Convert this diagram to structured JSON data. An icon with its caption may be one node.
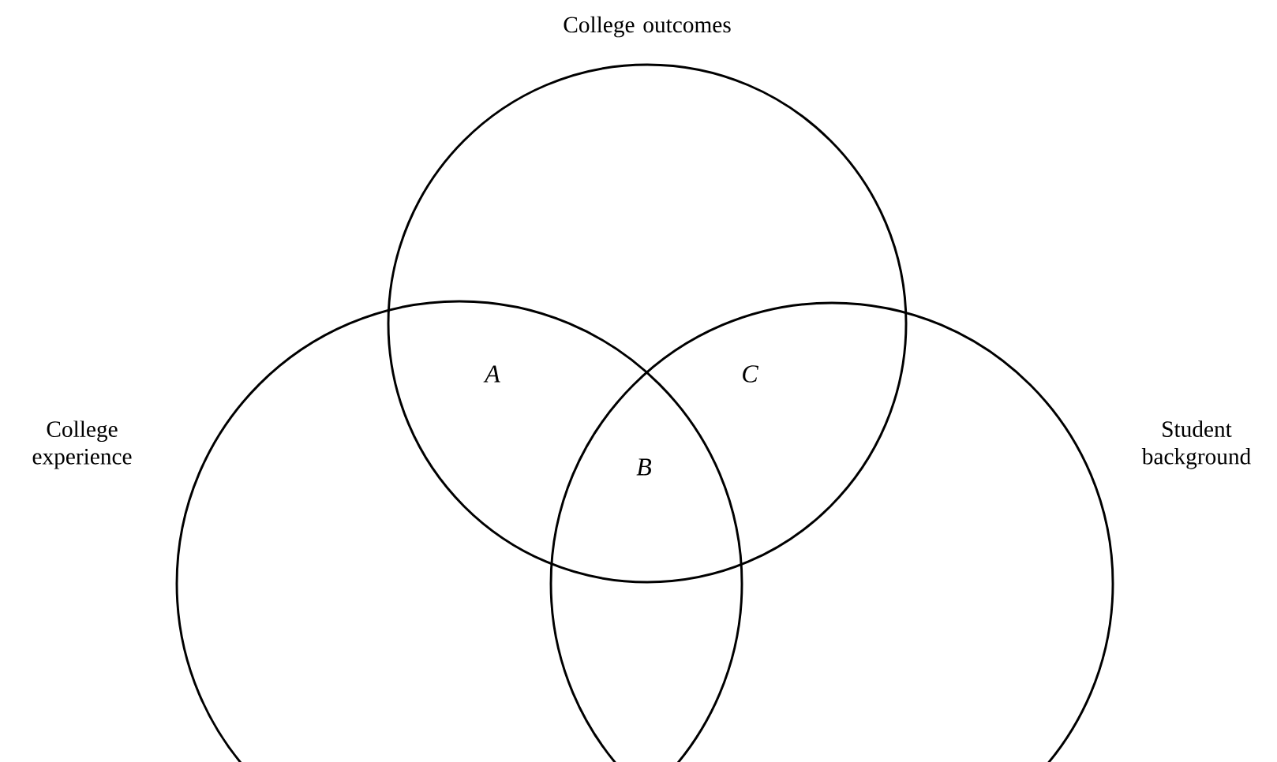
{
  "diagram": {
    "nodes": [
      {
        "text": [
          "College outcomes"
        ]
      },
      {
        "text": [
          "College experience"
        ]
      },
      {
        "text": [
          "Student background"
        ]
      }
    ],
    "labels": [
      "A",
      "C",
      "B"
    ]
  }
}
